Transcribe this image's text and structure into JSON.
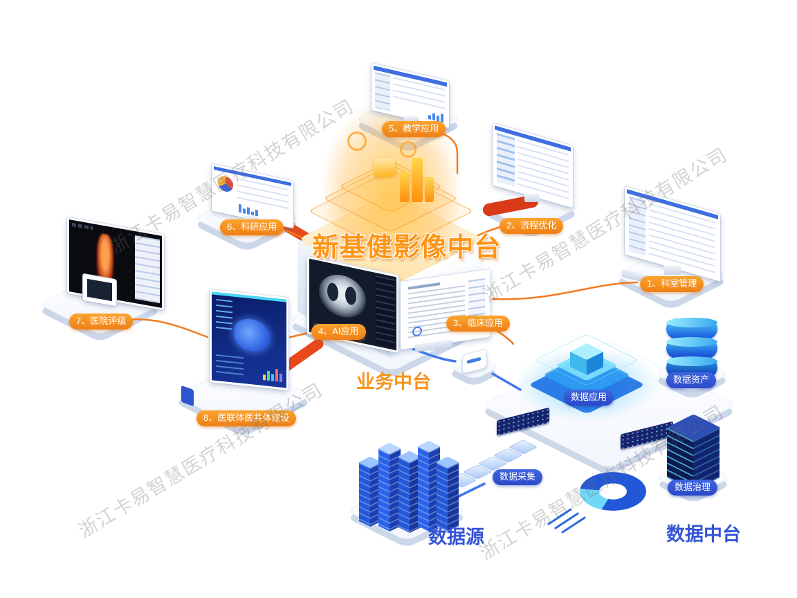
{
  "watermark": "浙江卡易智慧医疗科技有限公司",
  "center": {
    "title": "新基健影像中台",
    "platform_label": "业务中台"
  },
  "apps": [
    {
      "label": "1、科室管理"
    },
    {
      "label": "2、流程优化"
    },
    {
      "label": "3、临床应用"
    },
    {
      "label": "4、AI应用"
    },
    {
      "label": "5、教学应用"
    },
    {
      "label": "6、科研应用"
    },
    {
      "label": "7、医院评级"
    },
    {
      "label": "8、医联体医共体建设"
    }
  ],
  "data_platform": {
    "label": "数据中台",
    "modules": [
      {
        "label": "数据应用"
      },
      {
        "label": "数据资产"
      },
      {
        "label": "数据采集"
      },
      {
        "label": "数据治理"
      }
    ]
  },
  "data_source": {
    "label": "数据源"
  },
  "colors": {
    "accent_orange": "#f7941e",
    "deep_orange": "#e8481c",
    "badge_blue": "#2f55d4",
    "blue_text": "#3453d6",
    "cyan": "#35c8f5",
    "watermark_gray": "#c9c9c9"
  }
}
